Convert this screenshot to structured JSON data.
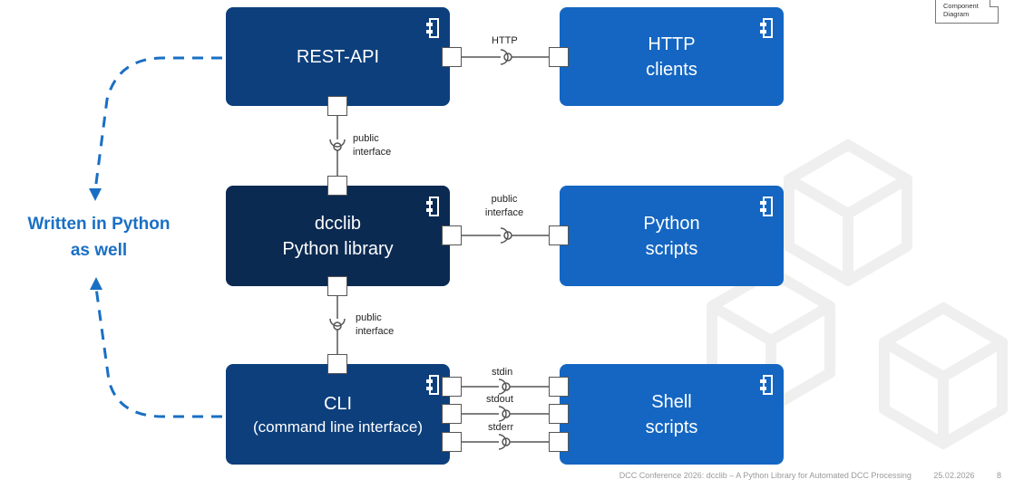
{
  "note": {
    "line1": "Component",
    "line2": "Diagram"
  },
  "side_note": {
    "line1": "Written in Python",
    "line2": "as well"
  },
  "components": {
    "rest_api": {
      "line1": "REST-API"
    },
    "http_clients": {
      "line1": "HTTP",
      "line2": "clients"
    },
    "dcclib": {
      "line1": "dcclib",
      "line2": "Python library"
    },
    "python_scripts": {
      "line1": "Python",
      "line2": "scripts"
    },
    "cli": {
      "line1": "CLI",
      "line2": "(command line interface)"
    },
    "shell_scripts": {
      "line1": "Shell",
      "line2": "scripts"
    }
  },
  "labels": {
    "http": "HTTP",
    "api_iface": {
      "line1": "public",
      "line2": "interface"
    },
    "py_iface": {
      "line1": "public",
      "line2": "interface"
    },
    "cli_iface": {
      "line1": "public",
      "line2": "interface"
    },
    "stdin": "stdin",
    "stdout": "stdout",
    "stderr": "stderr"
  },
  "footer": {
    "conference": "DCC Conference 2026: dcclib – A Python Library for Automated DCC Processing",
    "date": "25.02.2026",
    "page": "8"
  },
  "colors": {
    "dark_navy": "#0b2a52",
    "navy": "#0d3f7c",
    "blue": "#1466c2",
    "accent": "#1a6fc4"
  }
}
